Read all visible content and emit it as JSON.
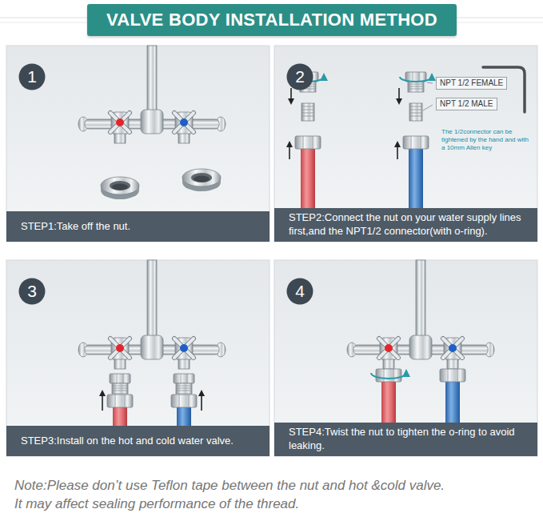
{
  "diagram": {
    "title": "VALVE BODY INSTALLATION METHOD",
    "nodes": [
      {
        "text": [
          "STEP1:Take off the nut."
        ]
      },
      {
        "text": [
          "1"
        ],
        "in": 0
      },
      {
        "text": [
          "STEP2:Connect the nut on your water supply lines first,and the NPT1/2 connector(with o-ring)."
        ]
      },
      {
        "text": [
          "2"
        ],
        "in": 2
      },
      {
        "text": [
          "NPT 1/2 FEMALE"
        ],
        "in": 2
      },
      {
        "text": [
          "NPT 1/2 MALE"
        ],
        "in": 2
      },
      {
        "text": [
          "STEP3:Install on the hot and cold water valve."
        ]
      },
      {
        "text": [
          "3"
        ],
        "in": 6
      },
      {
        "text": [
          "STEP4:Twist the nut to tighten the o-ring to avoid leaking."
        ]
      },
      {
        "text": [
          "4"
        ],
        "in": 8
      }
    ],
    "labels": [
      "The 1/2connector can be tightened by the hand and with a 10mm Allen key",
      "Note:Please don’t use Teflon tape between the nut and hot &cold valve.",
      "It may affect sealing performance of the thread."
    ]
  }
}
